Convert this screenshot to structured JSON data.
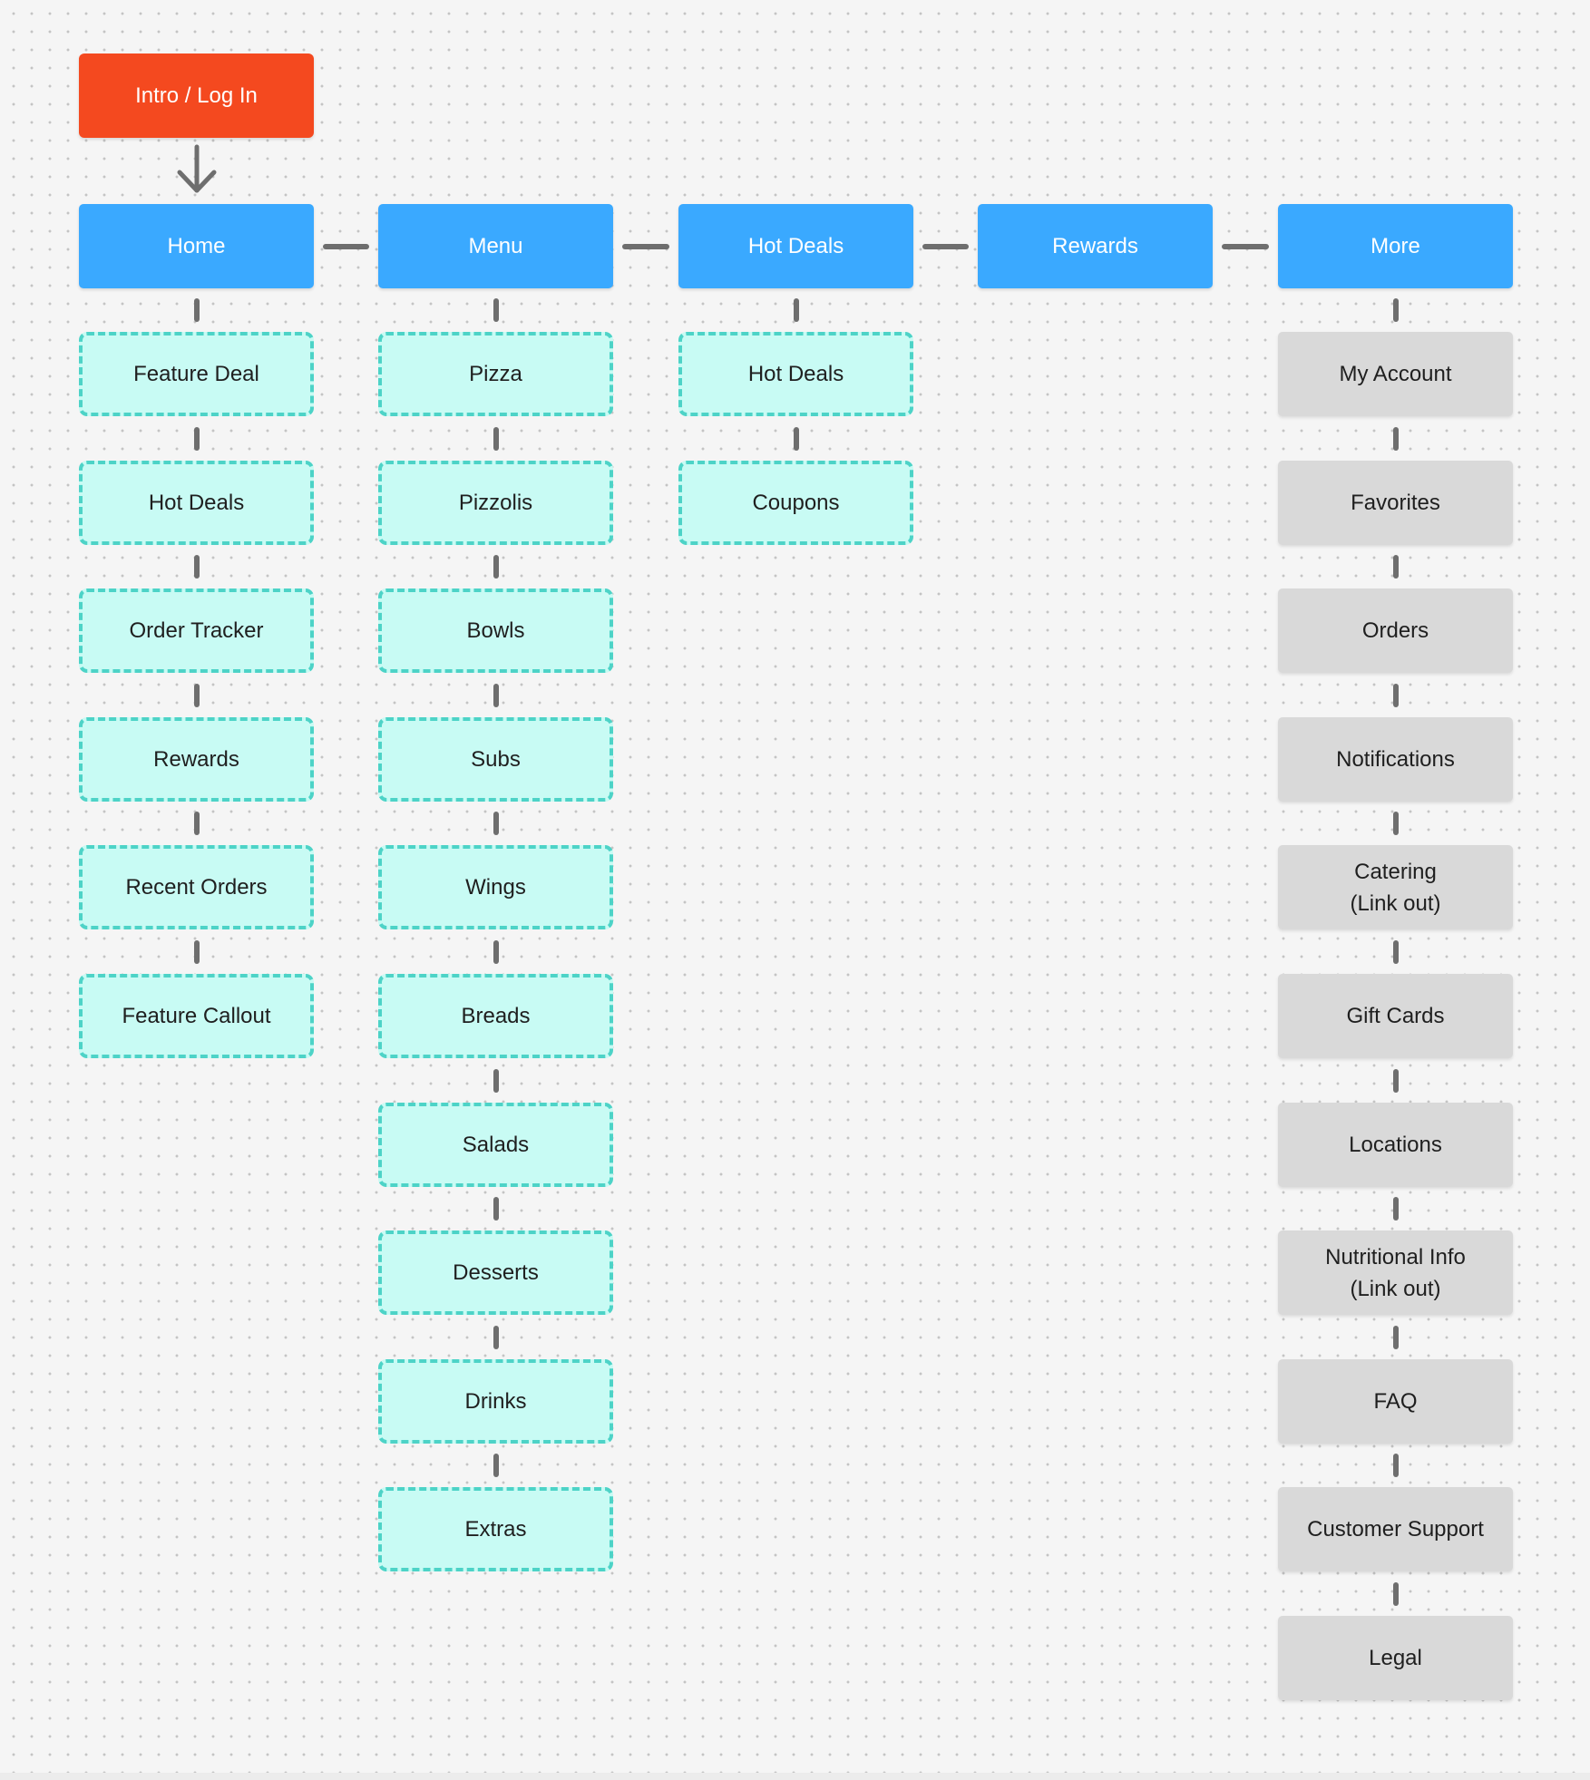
{
  "root": {
    "label": "Intro / Log In"
  },
  "icons": {
    "entry_arrow": "arrow-down-icon"
  },
  "colors": {
    "root": "#f4491f",
    "tab": "#3aa9ff",
    "sub_fill": "#c8fbf4",
    "sub_border": "#4dd3c7",
    "more_fill": "#d9d9d9",
    "connector": "#6e6e6e"
  },
  "tabs": [
    {
      "label": "Home",
      "style": "sub",
      "children": [
        "Feature Deal",
        "Hot Deals",
        "Order Tracker",
        "Rewards",
        "Recent Orders",
        "Feature Callout"
      ]
    },
    {
      "label": "Menu",
      "style": "sub",
      "children": [
        "Pizza",
        "Pizzolis",
        "Bowls",
        "Subs",
        "Wings",
        "Breads",
        "Salads",
        "Desserts",
        "Drinks",
        "Extras"
      ]
    },
    {
      "label": "Hot Deals",
      "style": "sub",
      "children": [
        "Hot Deals",
        "Coupons"
      ]
    },
    {
      "label": "Rewards",
      "style": "sub",
      "children": []
    },
    {
      "label": "More",
      "style": "more",
      "children": [
        "My Account",
        "Favorites",
        "Orders",
        "Notifications",
        "Catering\n(Link out)",
        "Gift Cards",
        "Locations",
        "Nutritional Info\n(Link out)",
        "FAQ",
        "Customer Support",
        "Legal"
      ]
    }
  ]
}
